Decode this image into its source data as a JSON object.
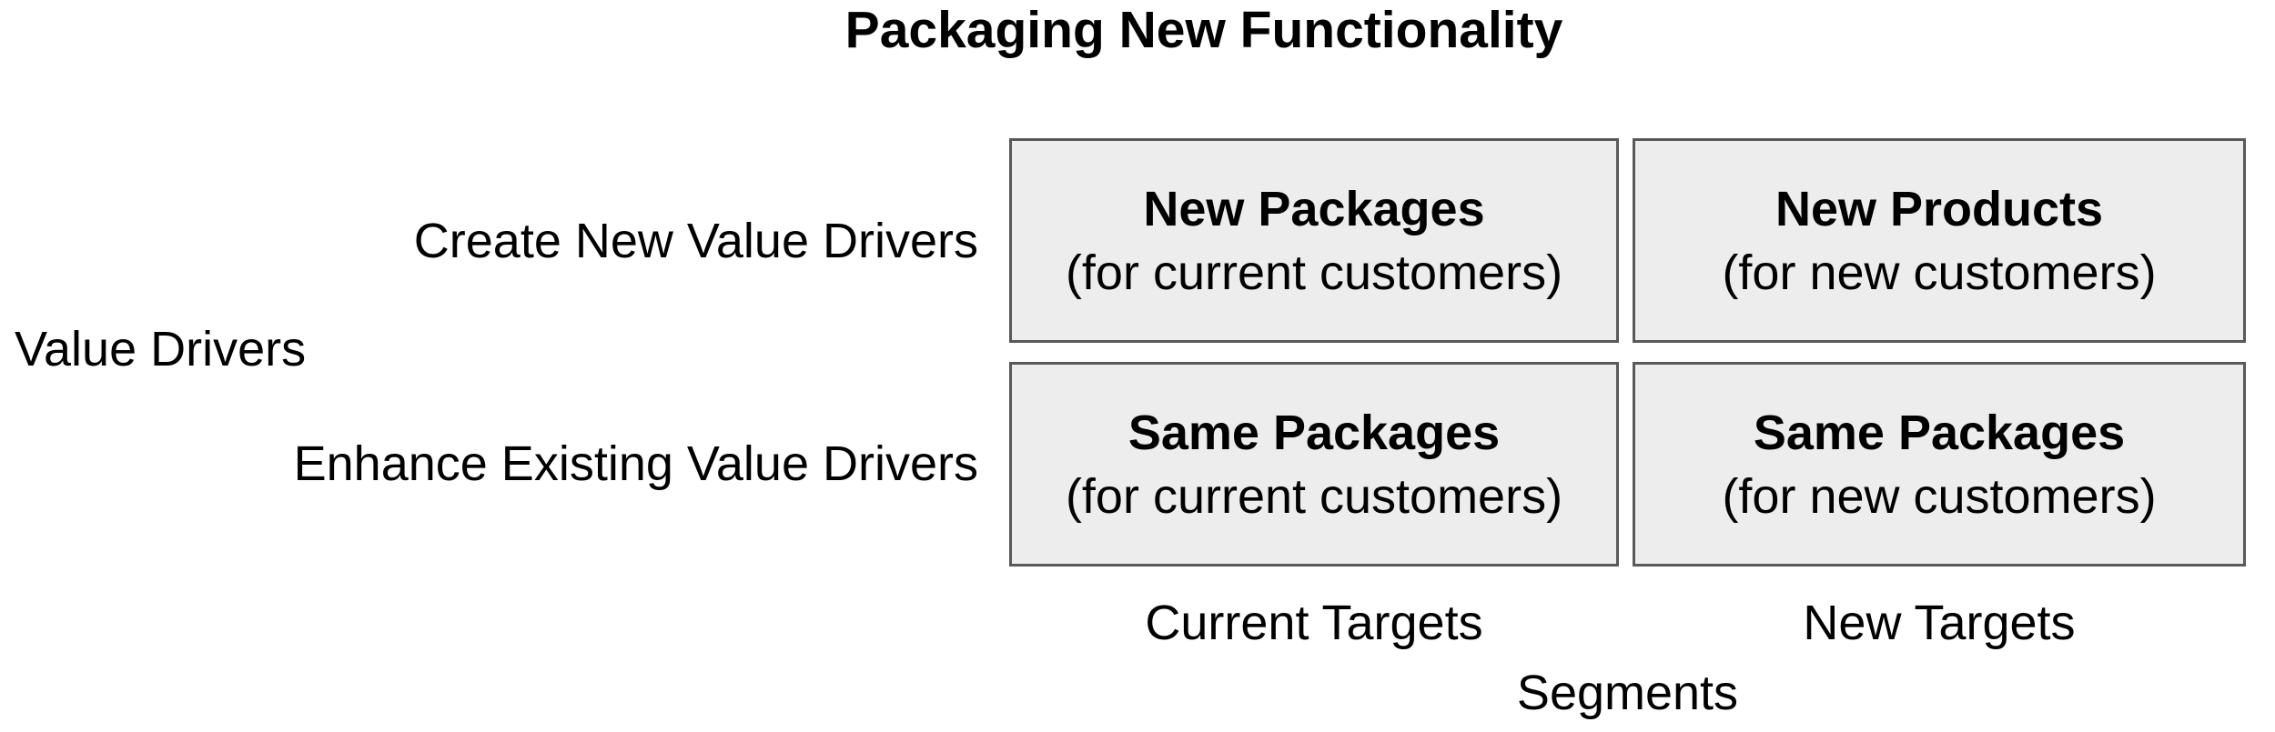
{
  "title": "Packaging New Functionality",
  "matrix": {
    "y_axis": {
      "label": "Value Drivers",
      "rows": [
        {
          "label": "Create New Value Drivers"
        },
        {
          "label": "Enhance Existing Value Drivers"
        }
      ]
    },
    "x_axis": {
      "label": "Segments",
      "cols": [
        {
          "label": "Current Targets"
        },
        {
          "label": "New Targets"
        }
      ]
    },
    "cells": [
      {
        "title": "New Packages",
        "subtitle": "(for current customers)"
      },
      {
        "title": "New Products",
        "subtitle": "(for new customers)"
      },
      {
        "title": "Same Packages",
        "subtitle": "(for current customers)"
      },
      {
        "title": "Same Packages",
        "subtitle": "(for new customers)"
      }
    ]
  },
  "colors": {
    "background": "#ffffff",
    "cell_fill": "#ededed",
    "cell_border": "#595959",
    "text": "#000000"
  }
}
